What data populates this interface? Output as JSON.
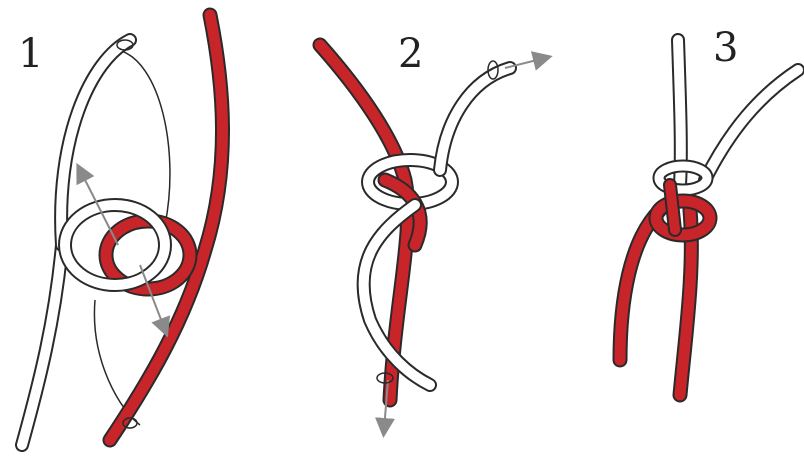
{
  "steps": [
    {
      "number": "1"
    },
    {
      "number": "2"
    },
    {
      "number": "3"
    }
  ],
  "colors": {
    "red_rope": "#c8252b",
    "white_rope": "#ffffff",
    "outline": "#2a2a2a",
    "arrow": "#8a8a8a",
    "background": "#ffffff"
  },
  "icons": [
    "red-rope",
    "white-rope",
    "direction-arrow",
    "thin-guide-loop"
  ]
}
